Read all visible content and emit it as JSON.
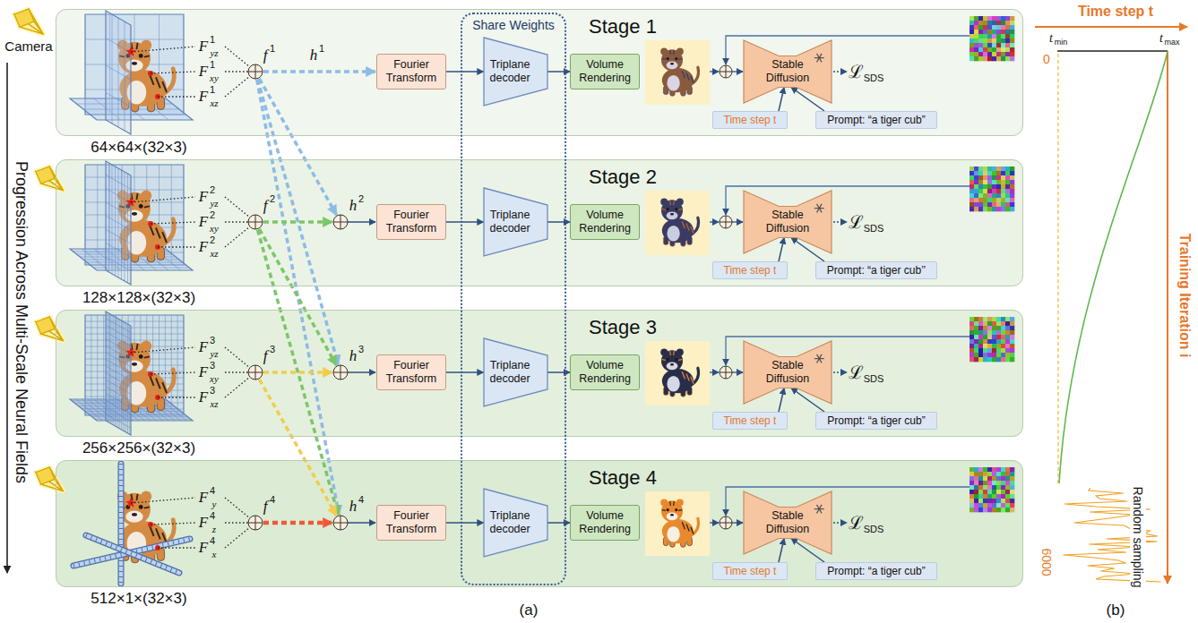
{
  "diagram": {
    "nodes": [
      {
        "text": [
          "Stage 1"
        ]
      },
      {
        "text": [
          "Fourier Transform"
        ],
        "in": 0
      },
      {
        "text": [
          "Volume Rendering"
        ],
        "in": 0
      },
      {
        "text": [
          "Stable Diffusion"
        ],
        "in": 0
      },
      {
        "text": [
          "Time step t"
        ],
        "in": 0
      },
      {
        "text": [
          "Prompt: “a tiger cub”"
        ],
        "in": 0
      },
      {
        "text": [
          "Stage 2"
        ]
      },
      {
        "text": [
          "Fourier Transform"
        ],
        "in": 6
      },
      {
        "text": [
          "Volume Rendering"
        ],
        "in": 6
      },
      {
        "text": [
          "Stable Diffusion"
        ],
        "in": 6
      },
      {
        "text": [
          "Time step t"
        ],
        "in": 6
      },
      {
        "text": [
          "Prompt: “a tiger cub’’"
        ],
        "in": 6
      },
      {
        "text": [
          "Stage 3"
        ]
      },
      {
        "text": [
          "Fourier Transform"
        ],
        "in": 12
      },
      {
        "text": [
          "Volume Rendering"
        ],
        "in": 12
      },
      {
        "text": [
          "Stable Diffusion"
        ],
        "in": 12
      },
      {
        "text": [
          "Time step t"
        ],
        "in": 12
      },
      {
        "text": [
          "Prompt: “a tiger cub”"
        ],
        "in": 12
      },
      {
        "text": [
          "Stage 4"
        ]
      },
      {
        "text": [
          "Fourier Transform"
        ],
        "in": 18
      },
      {
        "text": [
          "Volume Rendering"
        ],
        "in": 18
      },
      {
        "text": [
          "Stable Diffusion"
        ],
        "in": 18
      },
      {
        "text": [
          "Time step t"
        ],
        "in": 18
      },
      {
        "text": [
          "Prompt: “a tiger cub”"
        ],
        "in": 18
      },
      {
        "text": [
          "Share Weights"
        ]
      },
      {
        "text": [
          "Triplane decoder"
        ],
        "in": 24
      },
      {
        "text": [
          "Triplane decoder"
        ],
        "in": 24
      },
      {
        "text": [
          "Triplane decoder"
        ],
        "in": 24
      },
      {
        "text": [
          "Triplane decoder"
        ],
        "in": 24
      }
    ],
    "edges": [
      {
        "from": 1,
        "to": 25,
        "arrow": "to"
      },
      {
        "from": 25,
        "to": 2,
        "arrow": "to"
      },
      {
        "from": 4,
        "to": 3,
        "arrow": "to"
      },
      {
        "from": 5,
        "to": 3,
        "arrow": "to"
      },
      {
        "from": 7,
        "to": 26,
        "arrow": "to"
      },
      {
        "from": 26,
        "to": 8,
        "arrow": "to"
      },
      {
        "from": 10,
        "to": 9,
        "arrow": "to"
      },
      {
        "from": 11,
        "to": 9,
        "arrow": "to"
      },
      {
        "from": 13,
        "to": 27,
        "arrow": "to"
      },
      {
        "from": 27,
        "to": 14,
        "arrow": "to"
      },
      {
        "from": 16,
        "to": 15,
        "arrow": "to"
      },
      {
        "from": 17,
        "to": 15,
        "arrow": "to"
      },
      {
        "from": 19,
        "to": 28,
        "arrow": "to"
      },
      {
        "from": 28,
        "to": 20,
        "arrow": "to"
      },
      {
        "from": 22,
        "to": 21,
        "arrow": "to"
      },
      {
        "from": 23,
        "to": 21,
        "arrow": "to"
      }
    ],
    "labels": [
      "Camera",
      "Progression Across Multi-Scale Neural Fields",
      "(a)",
      "(b)",
      "Time step t",
      "t",
      "min",
      "t",
      "max",
      "0",
      "Training Iteration i",
      "6000",
      "Random sampling",
      "F",
      "yz",
      "1",
      "F",
      "xy",
      "1",
      "F",
      "xz",
      "1",
      "f",
      "1",
      "h",
      "1",
      "ℒ",
      "SDS",
      "64×64×(32×3)",
      "F",
      "yz",
      "2",
      "F",
      "xy",
      "2",
      "F",
      "xz",
      "2",
      "f",
      "2",
      "h",
      "2",
      "ℒ",
      "SDS",
      "128×128×(32×3)",
      "F",
      "yz",
      "3",
      "F",
      "xy",
      "3",
      "F",
      "xz",
      "3",
      "f",
      "3",
      "h",
      "3",
      "ℒ",
      "SDS",
      "256×256×(32×3)",
      "F",
      "y",
      "4",
      "F",
      "z",
      "4",
      "F",
      "x",
      "4",
      "f",
      "4",
      "h",
      "4",
      "ℒ",
      "SDS",
      "512×1×(32×3)"
    ]
  }
}
